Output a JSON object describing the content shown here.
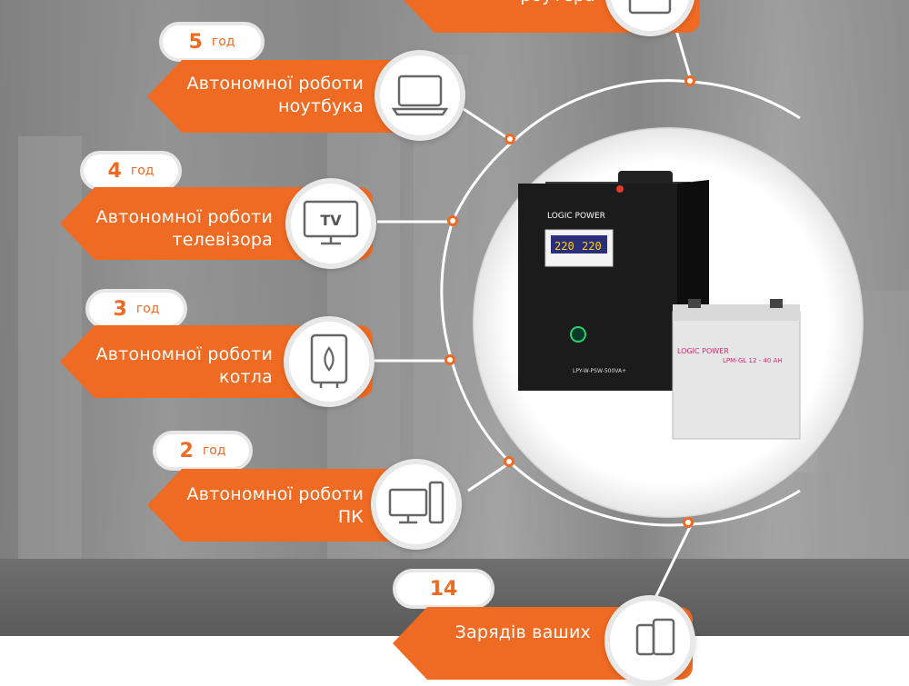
{
  "cards": [
    {
      "line1": "роутера",
      "line2": ""
    },
    {
      "hours": "5",
      "unit": "год",
      "line1": "Автономної роботи",
      "line2": "ноутбука",
      "icon": "laptop-icon"
    },
    {
      "hours": "4",
      "unit": "год",
      "line1": "Автономної роботи",
      "line2": "телевізора",
      "icon": "tv-icon",
      "icon_text": "TV"
    },
    {
      "hours": "3",
      "unit": "год",
      "line1": "Автономної роботи",
      "line2": "котла",
      "icon": "boiler-icon"
    },
    {
      "hours": "2",
      "unit": "год",
      "line1": "Автономної роботи",
      "line2": "ПК",
      "icon": "desktop-pc-icon"
    },
    {
      "hours": "14",
      "unit": "",
      "line1": "Зарядів ваших",
      "line2": "",
      "icon": "smartphone-tablet-icon"
    }
  ],
  "product": {
    "inverter_brand": "LOGIC POWER",
    "inverter_display_left": "220",
    "inverter_display_right": "220",
    "inverter_model": "LPY-W-PSW-500VA+",
    "battery_brand": "LOGIC POWER",
    "battery_model": "LPM-GL 12 - 40 AH"
  },
  "colors": {
    "accent": "#ef6a22",
    "pill_border": "#e7e7e7"
  }
}
